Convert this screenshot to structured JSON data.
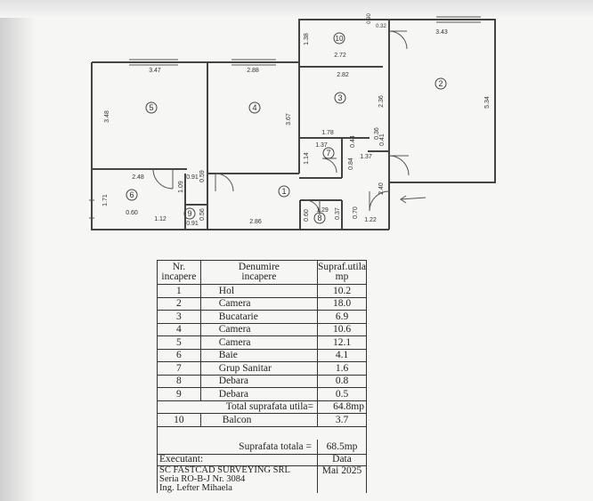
{
  "plan": {
    "room_labels": [
      "1",
      "2",
      "3",
      "4",
      "5",
      "6",
      "7",
      "8",
      "9",
      "10"
    ],
    "dimensions": [
      "3.47",
      "2.88",
      "2.72",
      "2.82",
      "3.43",
      "3.48",
      "3.67",
      "2.36",
      "5.34",
      "1.78",
      "1.37",
      "1.37",
      "1.14",
      "0.84",
      "0.44",
      "0.41",
      "0.36",
      "2.48",
      "0.91",
      "1.09",
      "0.59",
      "1.71",
      "0.60",
      "1.12",
      "0.91",
      "0.56",
      "2.86",
      "0.60",
      "1.29",
      "0.37",
      "0.70",
      "1.22",
      "2.40",
      "1.38",
      "0.90",
      "0.32"
    ]
  },
  "table": {
    "header": {
      "nr_line1": "Nr.",
      "nr_line2": "incapere",
      "den_line1": "Denumire",
      "den_line2": "incapere",
      "sup_line1": "Supraf.utila",
      "sup_line2": "mp"
    },
    "rows": [
      {
        "nr": "1",
        "name": "Hol",
        "area": "10.2"
      },
      {
        "nr": "2",
        "name": "Camera",
        "area": "18.0"
      },
      {
        "nr": "3",
        "name": "Bucatarie",
        "area": "6.9"
      },
      {
        "nr": "4",
        "name": "Camera",
        "area": "10.6"
      },
      {
        "nr": "5",
        "name": "Camera",
        "area": "12.1"
      },
      {
        "nr": "6",
        "name": "Baie",
        "area": "4.1"
      },
      {
        "nr": "7",
        "name": "Grup Sanitar",
        "area": "1.6"
      },
      {
        "nr": "8",
        "name": "Debara",
        "area": "0.8"
      },
      {
        "nr": "9",
        "name": "Debara",
        "area": "0.5"
      }
    ],
    "total_useful_label": "Total suprafata utila=",
    "total_useful_value": "64.8mp",
    "balcony": {
      "nr": "10",
      "name": "Balcon",
      "area": "3.7"
    },
    "total_label": "Suprafata totala =",
    "total_value": "68.5mp",
    "executant_label": "Executant:",
    "data_label": "Data",
    "company": "SC FASTCAD SURVEYING SRL",
    "series": "Seria RO-B-J Nr. 3084",
    "date": "Mai 2025",
    "engineer": "Ing. Lefter Mihaela"
  }
}
